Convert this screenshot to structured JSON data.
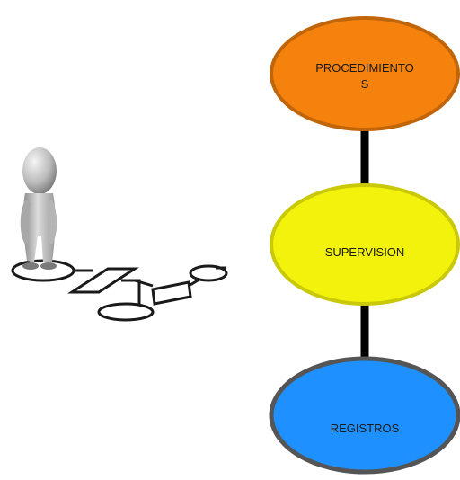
{
  "diagram": {
    "nodes": [
      {
        "id": "procedimientos",
        "label_line1": "PROCEDIMIENTO",
        "label_line2": "S",
        "fill": "#F5820D",
        "stroke": "#C0650A"
      },
      {
        "id": "supervision",
        "label": "SUPERVISION",
        "fill": "#F2F20D",
        "stroke": "#C9C90A"
      },
      {
        "id": "registros",
        "label": "REGISTROS",
        "fill": "#1E90FF",
        "stroke": "#555555"
      }
    ],
    "connector_color": "#000000"
  },
  "illustration": {
    "name": "person-on-flowchart"
  }
}
